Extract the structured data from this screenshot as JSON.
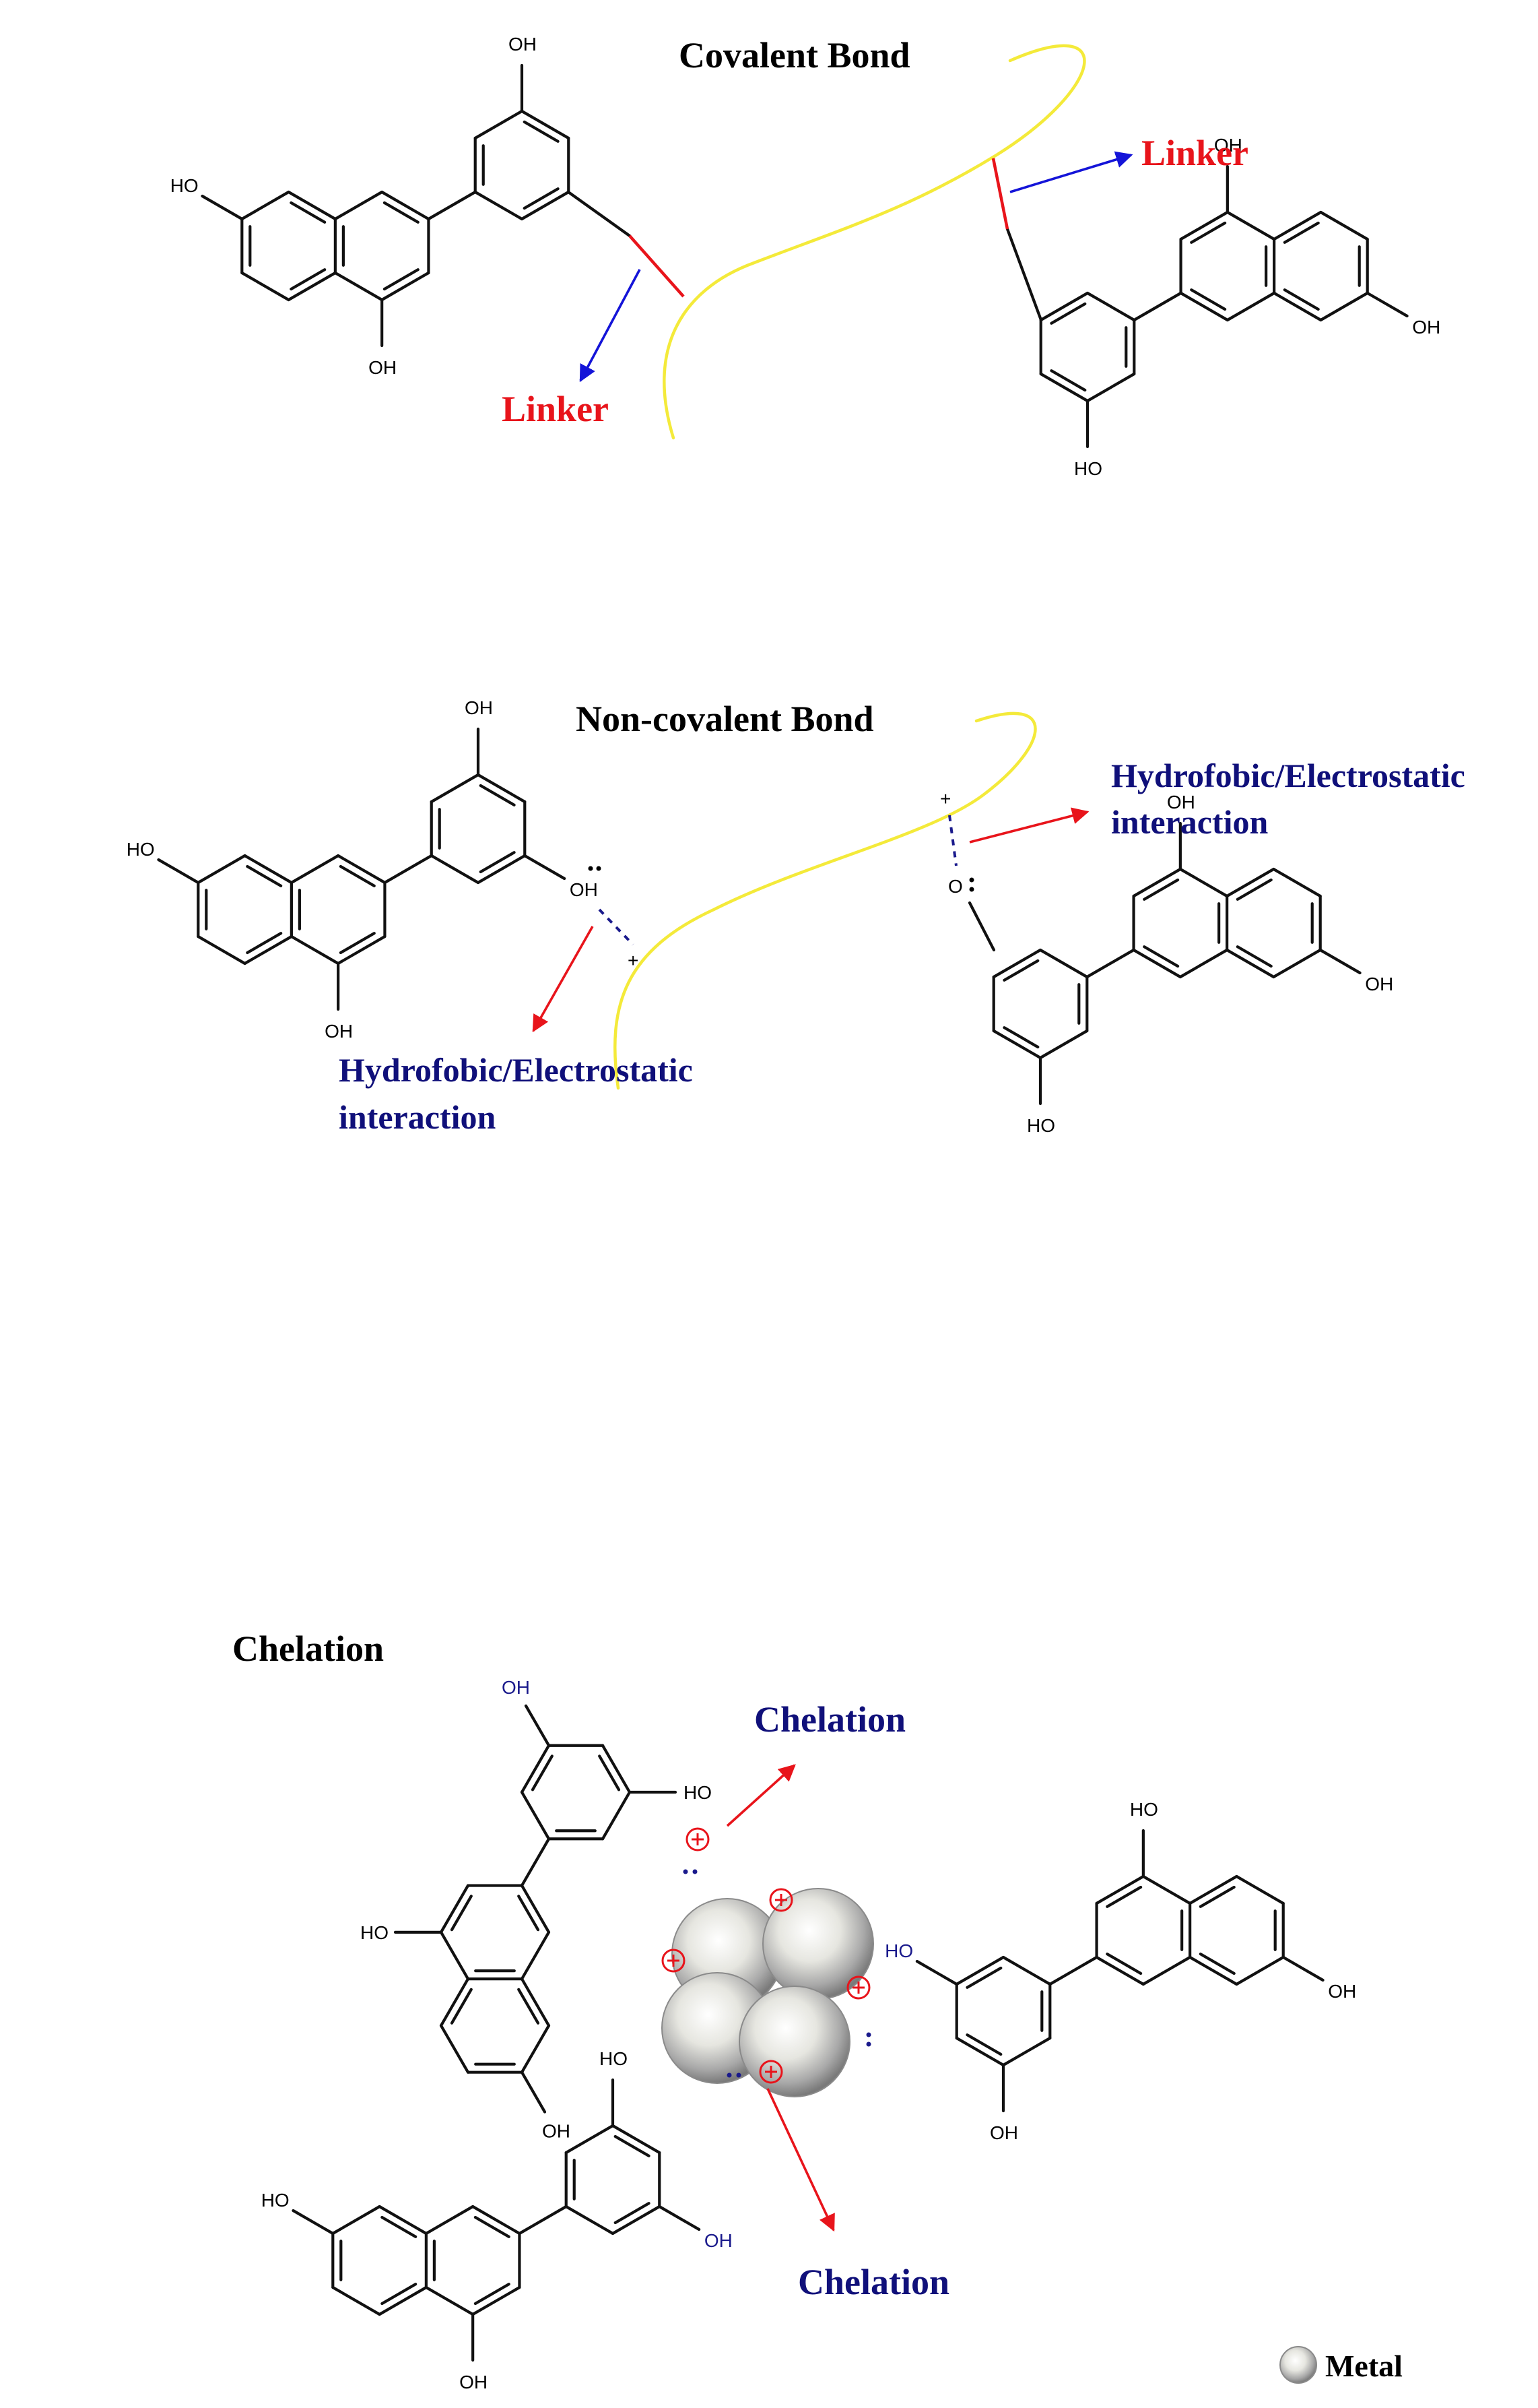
{
  "sections": {
    "covalent": {
      "title": "Covalent Bond",
      "linker_left": "Linker",
      "linker_right": "Linker"
    },
    "noncovalent": {
      "title": "Non-covalent Bond",
      "interaction_right_line1": "Hydrofobic/Electrostatic",
      "interaction_right_line2": "interaction",
      "interaction_left_line1": "Hydrofobic/Electrostatic",
      "interaction_left_line2": "interaction",
      "charge_symbol": "+",
      "oxygen_label": "O"
    },
    "chelation": {
      "title": "Chelation",
      "label_top": "Chelation",
      "label_bottom": "Chelation"
    }
  },
  "atom_labels": {
    "hydroxyl": "OH",
    "hydroxyl_left": "HO"
  },
  "legend": {
    "metal_label": "Metal"
  },
  "colors": {
    "linker_red": "#e8141b",
    "arrow_blue": "#1414d8",
    "label_navy": "#10107a",
    "chain_yellow": "#f4ea3a",
    "metal_sphere": "#bfbfbf"
  }
}
